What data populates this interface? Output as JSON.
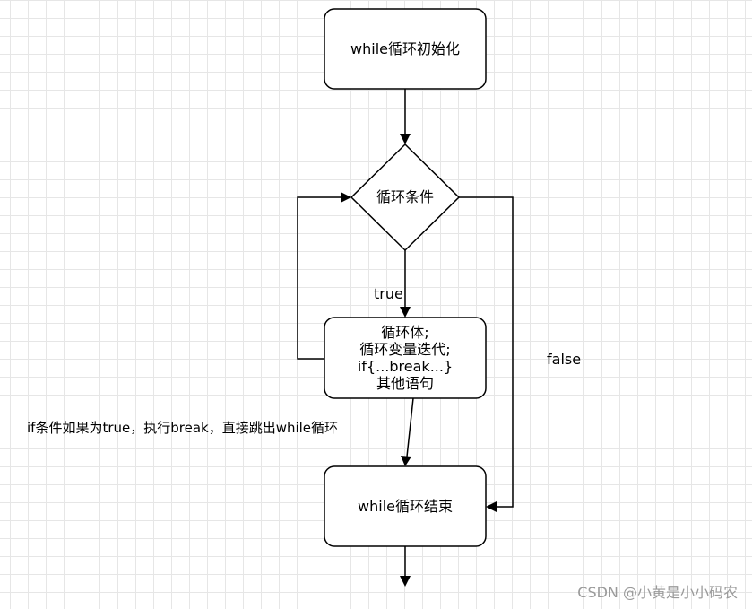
{
  "nodes": {
    "init": {
      "text": "while循环初始化"
    },
    "condition": {
      "text": "循环条件"
    },
    "body": {
      "lines": [
        "循环体;",
        "循环变量迭代;",
        "if{...break...}",
        "其他语句"
      ]
    },
    "end": {
      "text": "while循环结束"
    }
  },
  "edge_labels": {
    "true_label": "true",
    "false_label": "false",
    "break_note": "if条件如果为true，执行break，直接跳出while循环"
  },
  "watermark": "CSDN @小黄是小小码农",
  "colors": {
    "stroke": "#000000",
    "grid": "#e6e6e6",
    "background": "#ffffff",
    "watermark": "#9a9a9a"
  }
}
